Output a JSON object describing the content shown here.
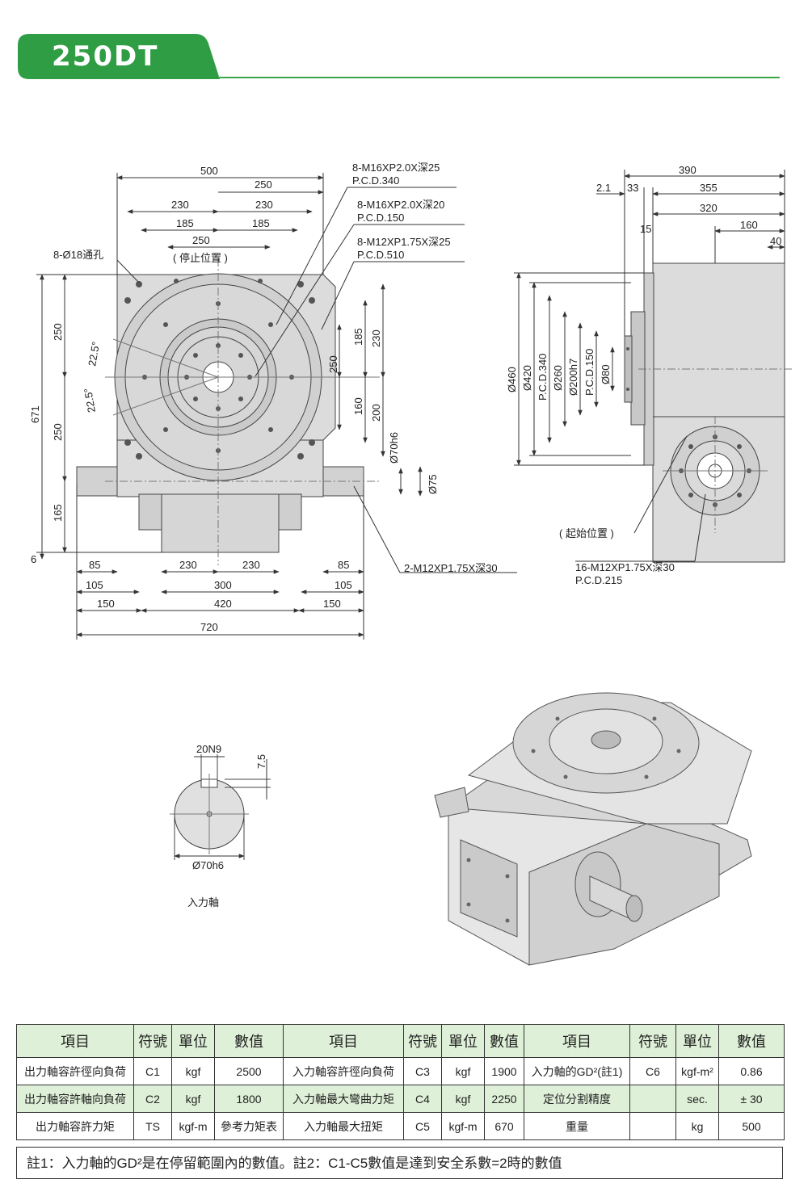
{
  "header": {
    "title": "250DT",
    "accent": "#2f9d44"
  },
  "front_view": {
    "dims_top": [
      "500",
      "250",
      "230",
      "230",
      "185",
      "185",
      "250",
      "( 停止位置 )"
    ],
    "callouts": [
      "8-M16XP2.0X深25",
      "P.C.D.340",
      "8-M16XP2.0X深20",
      "P.C.D.150",
      "8-M12XP1.75X深25",
      "P.C.D.510",
      "8-Ø18通孔"
    ],
    "dims_left": [
      "250",
      "250",
      "165",
      "671",
      "6",
      "22.5°",
      "22.5°"
    ],
    "dims_right": [
      "250",
      "185",
      "230",
      "160",
      "200",
      "Ø70h6",
      "Ø75"
    ],
    "dims_bottom": [
      "85",
      "230",
      "230",
      "85",
      "105",
      "300",
      "105",
      "150",
      "420",
      "150",
      "720"
    ],
    "bottom_callout": "2-M12XP1.75X深30"
  },
  "side_view": {
    "dims_top": [
      "390",
      "2.1",
      "33",
      "355",
      "320",
      "15",
      "160",
      "40"
    ],
    "dims_vertical": [
      "Ø460",
      "Ø420",
      "P.C.D.340",
      "Ø260",
      "Ø200h7",
      "P.C.D.150",
      "Ø80"
    ],
    "start_label": "( 起始位置 )",
    "callout_1": "16-M12XP1.75X深30",
    "callout_2": "P.C.D.215"
  },
  "shaft_detail": {
    "key": "20N9",
    "depth": "7.5",
    "diameter": "Ø70h6",
    "caption": "入力軸"
  },
  "table": {
    "headers": [
      "項目",
      "符號",
      "單位",
      "數值",
      "項目",
      "符號",
      "單位",
      "數值",
      "項目",
      "符號",
      "單位",
      "數值"
    ],
    "rows": [
      [
        "出力軸容許徑向負荷",
        "C1",
        "kgf",
        "2500",
        "入力軸容許徑向負荷",
        "C3",
        "kgf",
        "1900",
        "入力軸的GD²(註1)",
        "C6",
        "kgf-m²",
        "0.86"
      ],
      [
        "出力軸容許軸向負荷",
        "C2",
        "kgf",
        "1800",
        "入力軸最大彎曲力矩",
        "C4",
        "kgf",
        "2250",
        "定位分割精度",
        "",
        "sec.",
        "± 30"
      ],
      [
        "出力軸容許力矩",
        "TS",
        "kgf-m",
        "參考力矩表",
        "入力軸最大扭矩",
        "C5",
        "kgf-m",
        "670",
        "重量",
        "",
        "kg",
        "500"
      ]
    ],
    "note": "註1：入力軸的GD²是在停留範圍內的數值。註2：C1-C5數值是達到安全系數=2時的數值"
  }
}
